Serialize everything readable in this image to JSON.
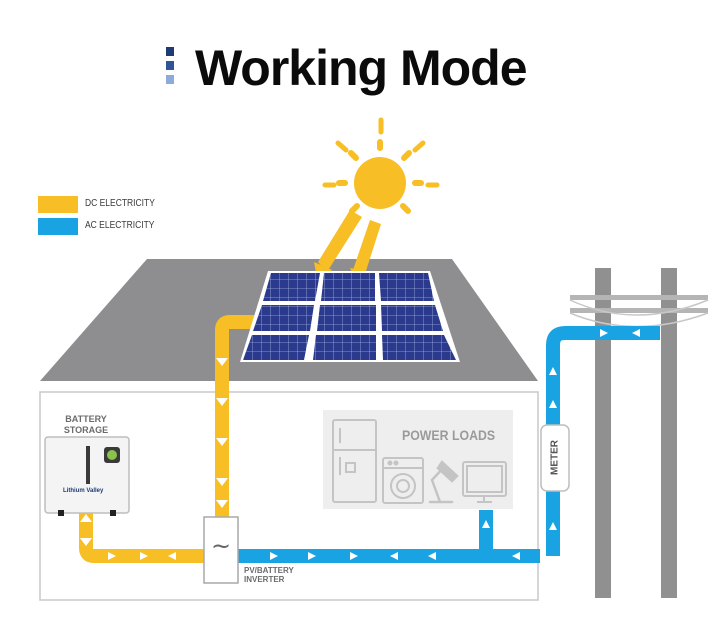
{
  "title": "Working Mode",
  "legend": {
    "dc_label": "DC ELECTRICITY",
    "ac_label": "AC ELECTRICITY",
    "dc_color": "#F7BE25",
    "ac_color": "#1AA3E2"
  },
  "labels": {
    "battery_line1": "BATTERY",
    "battery_line2": "STORAGE",
    "power_loads": "POWER LOADS",
    "inverter_line1": "PV/BATTERY",
    "inverter_line2": "INVERTER",
    "meter": "METER",
    "brand": "Lithium Valley",
    "inverter_symbol": "~"
  },
  "icons": [
    "sun-icon",
    "solar-panel-icon",
    "fridge-icon",
    "washing-machine-icon",
    "desk-lamp-icon",
    "tv-icon",
    "power-pole-icon"
  ]
}
